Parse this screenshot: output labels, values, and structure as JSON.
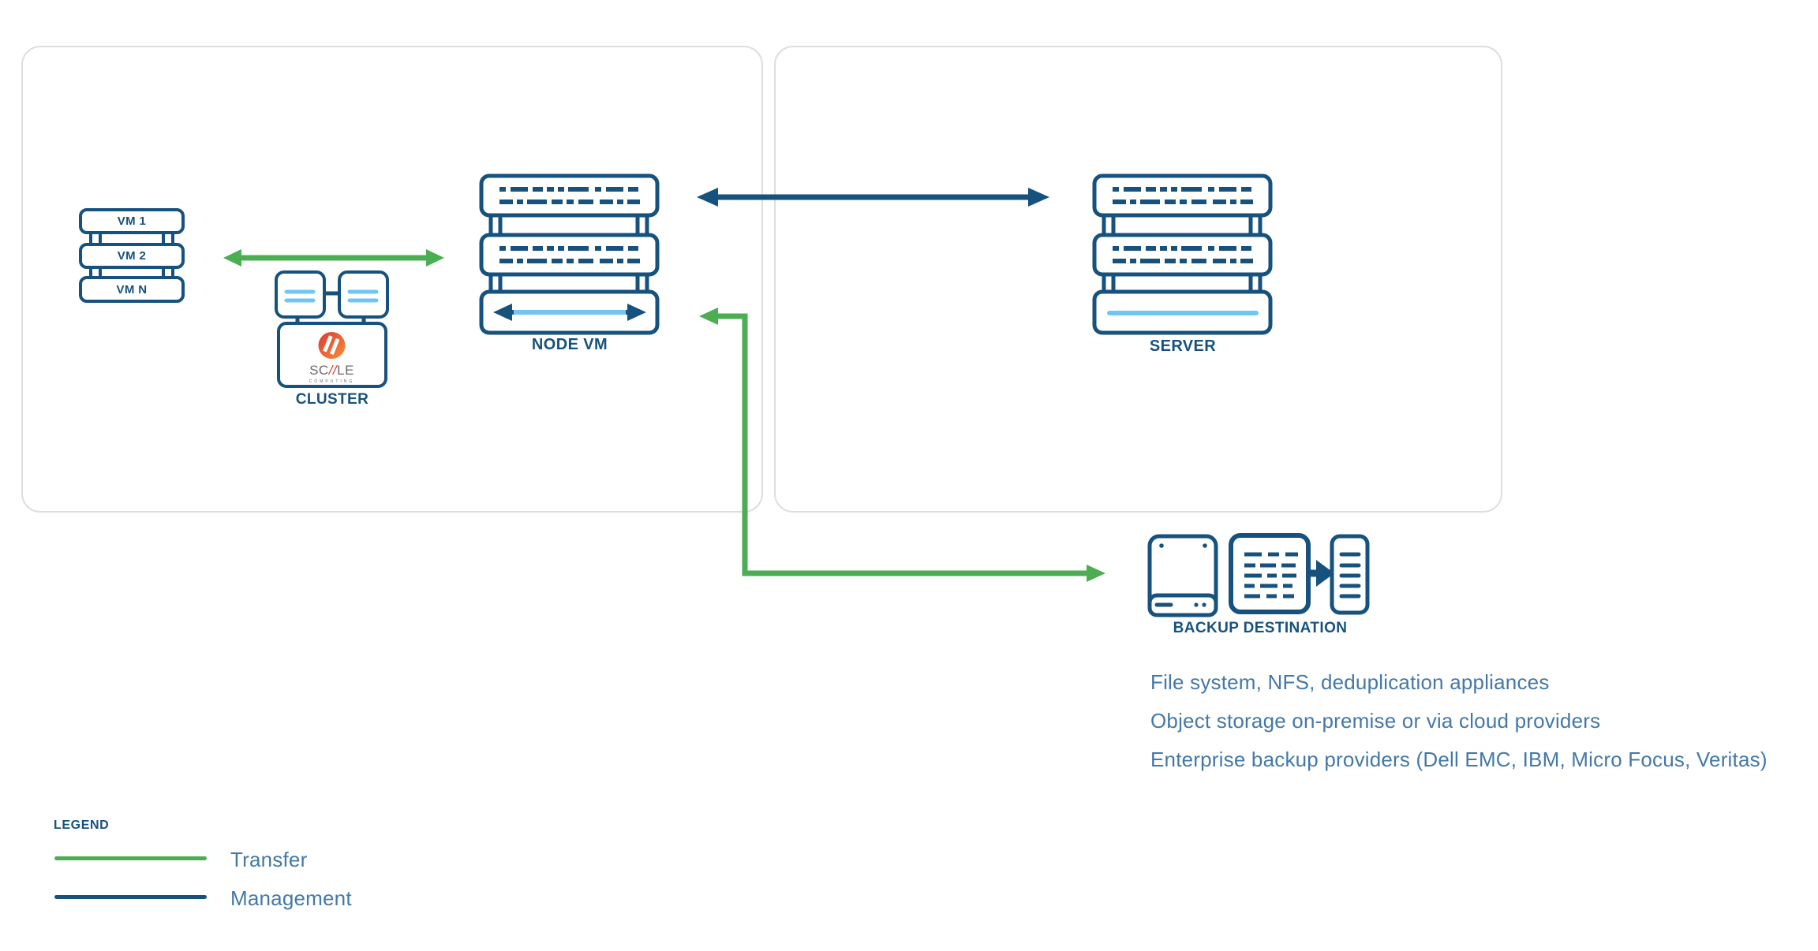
{
  "colors": {
    "navy": "#16527D",
    "lightblue": "#6FC7F0",
    "green": "#4CAE53",
    "steel": "#4478A7",
    "panelborder": "#DEDEDE",
    "logored": "#DC3832",
    "logoorange": "#F6913A",
    "logogray": "#6A6A6A"
  },
  "left_panel": {
    "vm_stack": {
      "items": [
        "VM 1",
        "VM 2",
        "VM N"
      ]
    },
    "cluster": {
      "label": "CLUSTER",
      "logo": {
        "part1": "SC",
        "slashes": "//",
        "part2": "LE",
        "subtext": "COMPUTING"
      }
    },
    "node_vm": {
      "label": "NODE VM"
    }
  },
  "right_panel": {
    "server": {
      "label": "SERVER"
    }
  },
  "backup": {
    "label": "BACKUP DESTINATION",
    "lines": [
      "File system, NFS, deduplication appliances",
      "Object storage on-premise or via cloud providers",
      "Enterprise backup providers (Dell EMC, IBM, Micro Focus, Veritas)"
    ]
  },
  "legend": {
    "title": "LEGEND",
    "items": [
      {
        "label": "Transfer",
        "color": "#4CAE53"
      },
      {
        "label": "Management",
        "color": "#16527D"
      }
    ]
  }
}
